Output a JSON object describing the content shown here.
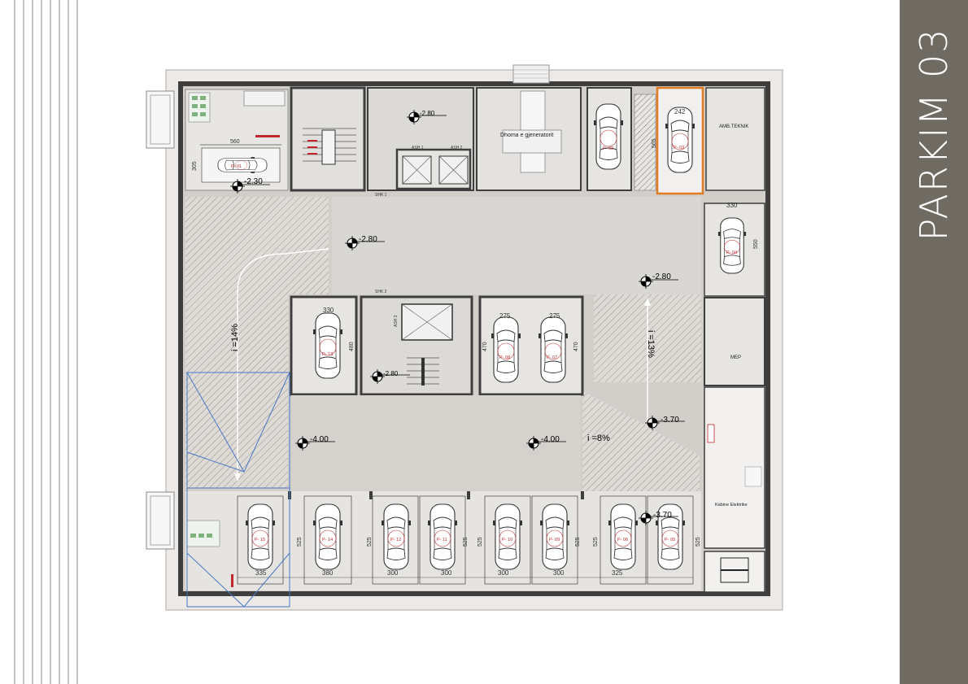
{
  "sheet": {
    "title": "PARKIM 03"
  },
  "colors": {
    "sidebar": "#6f6a62",
    "wall": "#3e3e3e",
    "floor": "#d2cfcb",
    "corridor": "#d9d7d3",
    "highlight": "#e07b22",
    "spot_label": "#c0282d",
    "ramp_outline": "#4a78c2"
  },
  "rooms": {
    "generator": "Dhoma e gjeneratorit",
    "technical": "AMB.TEKNIK",
    "mep": "MEP",
    "electrical": "Kabine Elektrike",
    "lift1": "ASH 1",
    "lift2": "ASH 2",
    "lift3": "ASH 3",
    "stair1": "SHK 1",
    "stair2": "SHK 2"
  },
  "levels": [
    "-2.30",
    "-2.80",
    "-2.80",
    "-2.80",
    "-2.80",
    "-3.70",
    "-4.00",
    "-4.00",
    "-3.70"
  ],
  "slopes": [
    "i =14%",
    "i =13%",
    "i =8%"
  ],
  "spots": [
    "P- 01",
    "P- 02",
    "P- 03",
    "P- 04",
    "P- 05",
    "P- 06",
    "P- 07",
    "P- 08",
    "P- 09",
    "P- 10",
    "P- 11",
    "P- 12",
    "P- 13",
    "P- 14",
    "P- 15"
  ],
  "dims": {
    "d560": "560",
    "d305": "305",
    "d242": "242",
    "d565": "565",
    "d330": "330",
    "d550": "550",
    "d480": "480",
    "d275": "275",
    "d470": "470",
    "d525": "525",
    "d335": "335",
    "d380": "380",
    "d300": "300",
    "d325": "325"
  }
}
